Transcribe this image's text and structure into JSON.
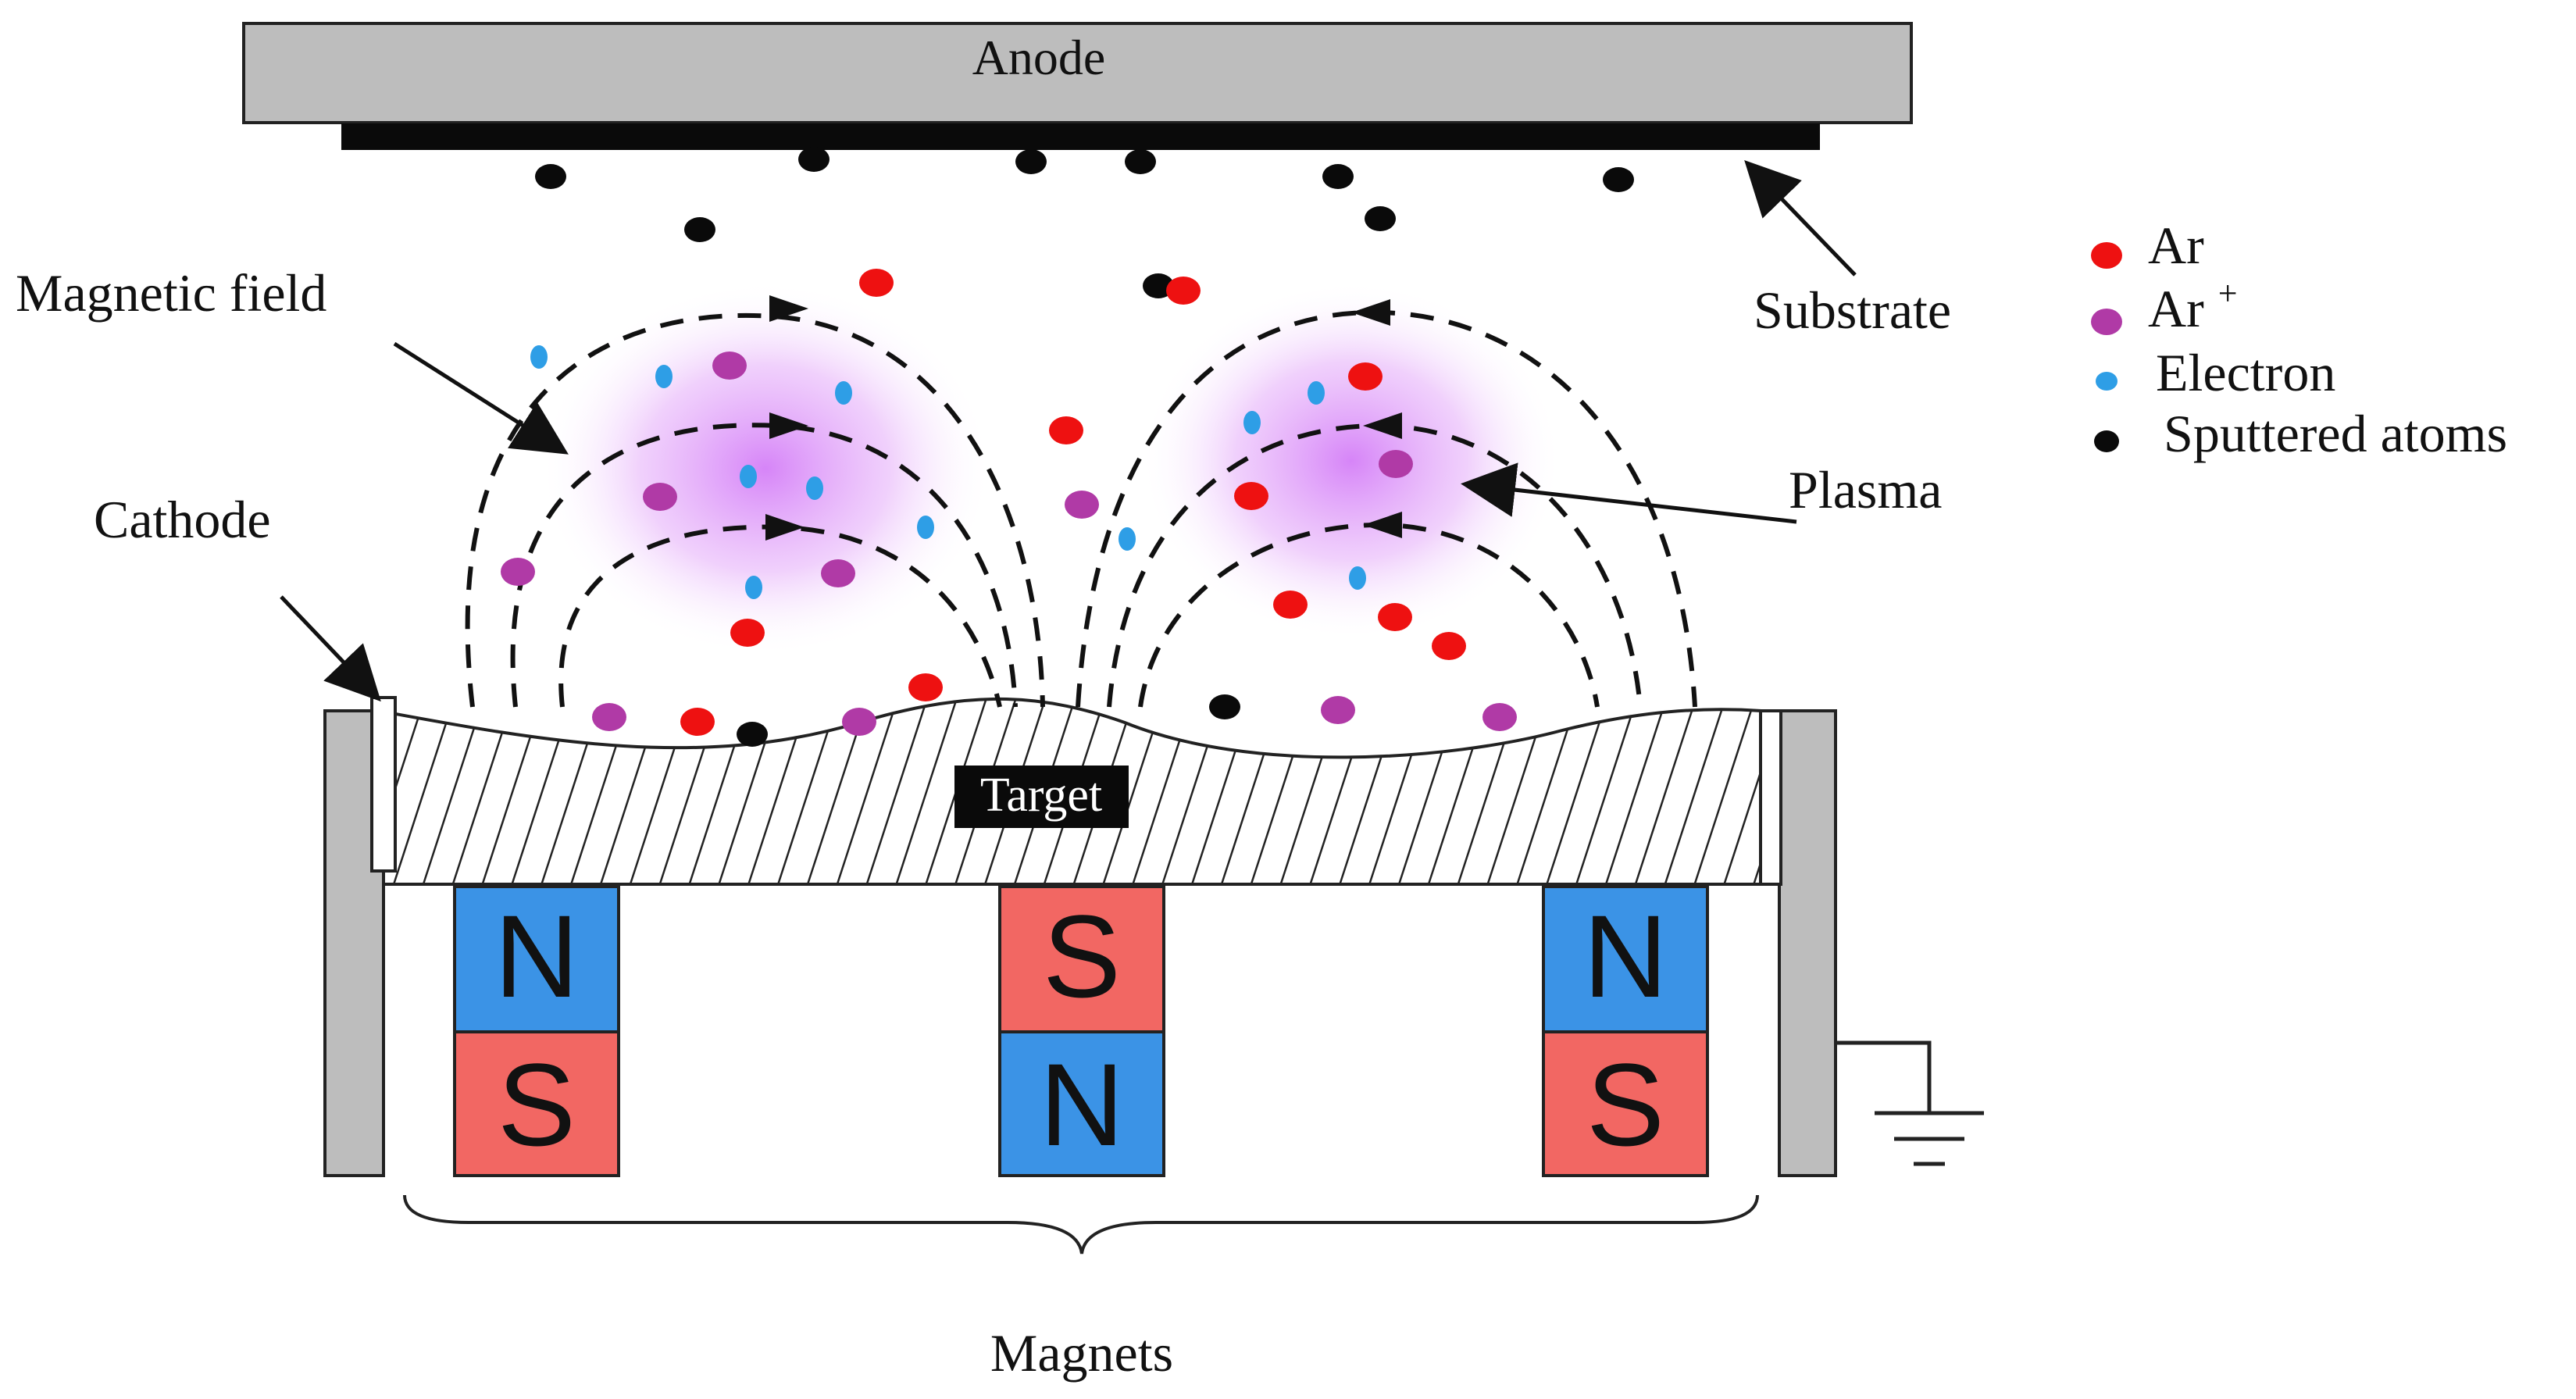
{
  "labels": {
    "anode": "Anode",
    "substrate": "Substrate",
    "magnetic_field": "Magnetic field",
    "cathode": "Cathode",
    "plasma": "Plasma",
    "target": "Target",
    "magnets": "Magnets"
  },
  "legend": {
    "ar": "Ar",
    "ar_plus": "Ar",
    "ar_plus_sup": "+",
    "electron": "Electron",
    "sputtered": "Sputtered atoms"
  },
  "magnets": [
    {
      "top": "N",
      "bottom": "S"
    },
    {
      "top": "S",
      "bottom": "N"
    },
    {
      "top": "N",
      "bottom": "S"
    }
  ],
  "colors": {
    "ar": "#ee1111",
    "ar_plus": "#b03aa6",
    "electron": "#2e9ee6",
    "sputtered": "#0a0a0a",
    "north": "#3b93e6",
    "south": "#f26763",
    "plasma": "#d070f5",
    "gray": "#bdbdbd"
  }
}
